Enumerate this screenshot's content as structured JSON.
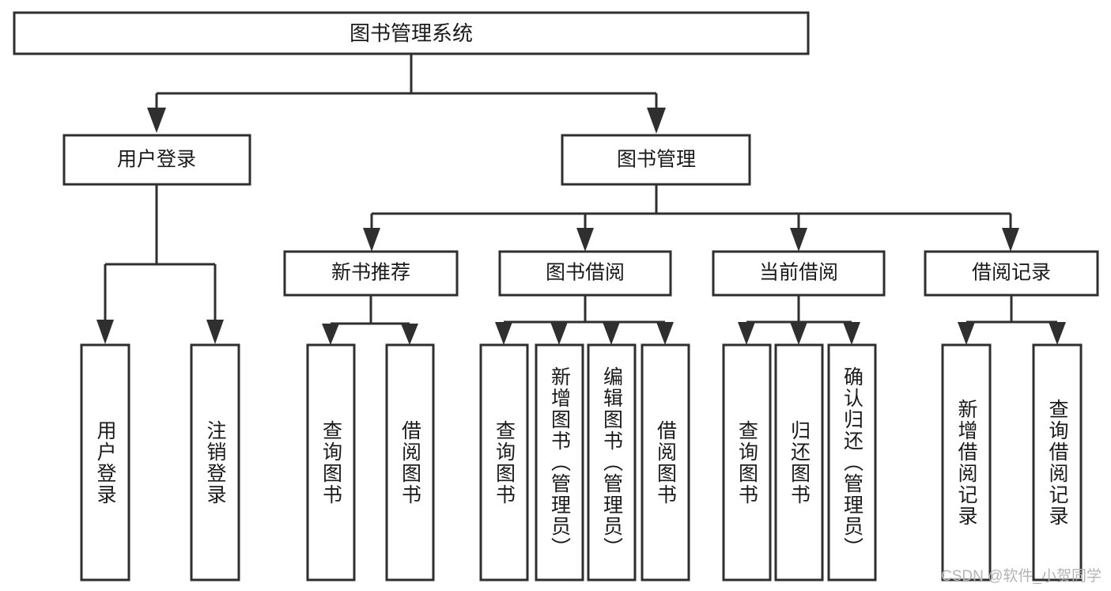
{
  "diagram": {
    "type": "tree-hierarchy-chart",
    "title": "图书管理系统",
    "colors": {
      "box_fill": "#ffffff",
      "box_stroke": "#2f2f2f",
      "connector": "#2f2f2f",
      "text": "#1a1a1a",
      "watermark": "#b4b4b4",
      "background": "#ffffff"
    },
    "root": {
      "label": "图书管理系统",
      "orientation": "horizontal"
    },
    "level2": [
      {
        "label": "用户登录",
        "orientation": "horizontal"
      },
      {
        "label": "图书管理",
        "orientation": "horizontal"
      }
    ],
    "level3": [
      {
        "label": "新书推荐",
        "orientation": "horizontal"
      },
      {
        "label": "图书借阅",
        "orientation": "horizontal"
      },
      {
        "label": "当前借阅",
        "orientation": "horizontal"
      },
      {
        "label": "借阅记录",
        "orientation": "horizontal"
      }
    ],
    "groups": [
      {
        "parent": "用户登录",
        "leaves": [
          {
            "label": "用户登录",
            "orientation": "vertical"
          },
          {
            "label": "注销登录",
            "orientation": "vertical"
          }
        ]
      },
      {
        "parent": "新书推荐",
        "leaves": [
          {
            "label": "查询图书",
            "orientation": "vertical"
          },
          {
            "label": "借阅图书",
            "orientation": "vertical"
          }
        ]
      },
      {
        "parent": "图书借阅",
        "leaves": [
          {
            "label": "查询图书",
            "orientation": "vertical"
          },
          {
            "label": "新增图书（管理员）",
            "orientation": "vertical"
          },
          {
            "label": "编辑图书（管理员）",
            "orientation": "vertical"
          },
          {
            "label": "借阅图书",
            "orientation": "vertical"
          }
        ]
      },
      {
        "parent": "当前借阅",
        "leaves": [
          {
            "label": "查询图书",
            "orientation": "vertical"
          },
          {
            "label": "归还图书",
            "orientation": "vertical"
          },
          {
            "label": "确认归还（管理员）",
            "orientation": "vertical"
          }
        ]
      },
      {
        "parent": "借阅记录",
        "leaves": [
          {
            "label": "新增借阅记录",
            "orientation": "vertical"
          },
          {
            "label": "查询借阅记录",
            "orientation": "vertical"
          }
        ]
      }
    ],
    "watermark": "CSDN @软件_小贺同学"
  }
}
